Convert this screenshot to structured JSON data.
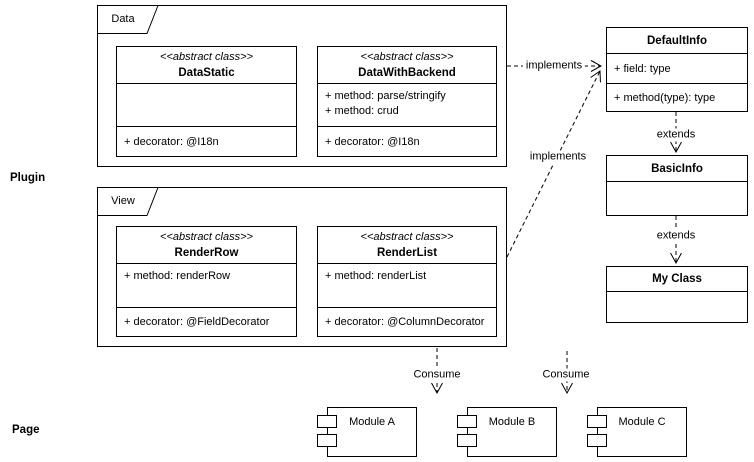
{
  "colors": {
    "background": "#ffffff",
    "stroke": "#000000",
    "text": "#000000"
  },
  "region_labels": {
    "plugin": "Plugin",
    "page": "Page"
  },
  "packages": {
    "data": {
      "name": "Data"
    },
    "view": {
      "name": "View"
    }
  },
  "classes": {
    "data_static": {
      "stereotype": "<<abstract class>>",
      "name": "DataStatic",
      "decorator": "+ decorator: @I18n"
    },
    "data_with_backend": {
      "stereotype": "<<abstract class>>",
      "name": "DataWithBackend",
      "method_1": "+ method: parse/stringify",
      "method_2": "+ method: crud",
      "decorator": "+ decorator: @I18n"
    },
    "render_row": {
      "stereotype": "<<abstract class>>",
      "name": "RenderRow",
      "method_1": "+ method: renderRow",
      "decorator": "+ decorator: @FieldDecorator"
    },
    "render_list": {
      "stereotype": "<<abstract class>>",
      "name": "RenderList",
      "method_1": "+ method: renderList",
      "decorator": "+ decorator: @ColumnDecorator"
    },
    "default_info": {
      "name": "DefaultInfo",
      "field_1": "+ field: type",
      "method_1": "+ method(type): type"
    },
    "basic_info": {
      "name": "BasicInfo"
    },
    "my_class": {
      "name": "My Class"
    }
  },
  "edge_labels": {
    "implements_data": "implements",
    "implements_view": "implements",
    "extends_default_basic": "extends",
    "extends_basic_myclass": "extends",
    "consume_left": "Consume",
    "consume_right": "Consume"
  },
  "modules": {
    "module_a": {
      "name": "Module A"
    },
    "module_b": {
      "name": "Module B"
    },
    "module_c": {
      "name": "Module C"
    }
  }
}
